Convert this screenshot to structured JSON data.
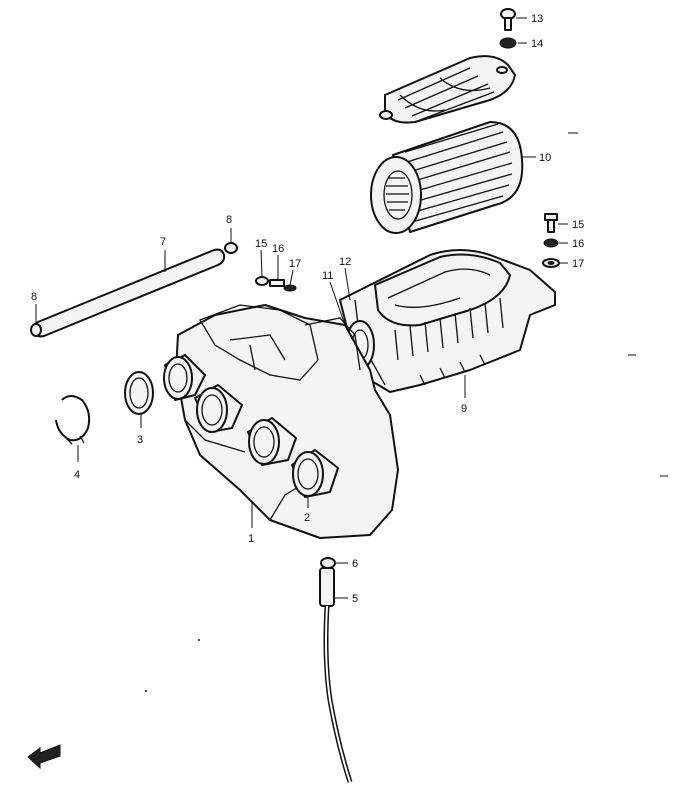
{
  "callouts": {
    "c1": "1",
    "c2": "2",
    "c3": "3",
    "c4": "4",
    "c5": "5",
    "c6": "6",
    "c7": "7",
    "c8a": "8",
    "c8b": "8",
    "c9": "9",
    "c10": "10",
    "c11": "11",
    "c12": "12",
    "c13": "13",
    "c14": "14",
    "c15a": "15",
    "c15b": "15",
    "c16a": "16",
    "c16b": "16",
    "c17a": "17",
    "c17b": "17"
  },
  "parts": {
    "p1": "air cleaner case",
    "p2": "intake boot",
    "p3": "clamp ring",
    "p4": "hose clip",
    "p5": "drain hose",
    "p6": "drain cap",
    "p7": "rod",
    "p8": "end cap",
    "p9": "filter housing",
    "p10": "filter element",
    "p11": "connector",
    "p12": "gasket",
    "p13": "screw",
    "p14": "washer",
    "p15": "bolt",
    "p16": "washer",
    "p17": "washer",
    "cover": "filter cover",
    "arrow": "front-direction-arrow"
  }
}
